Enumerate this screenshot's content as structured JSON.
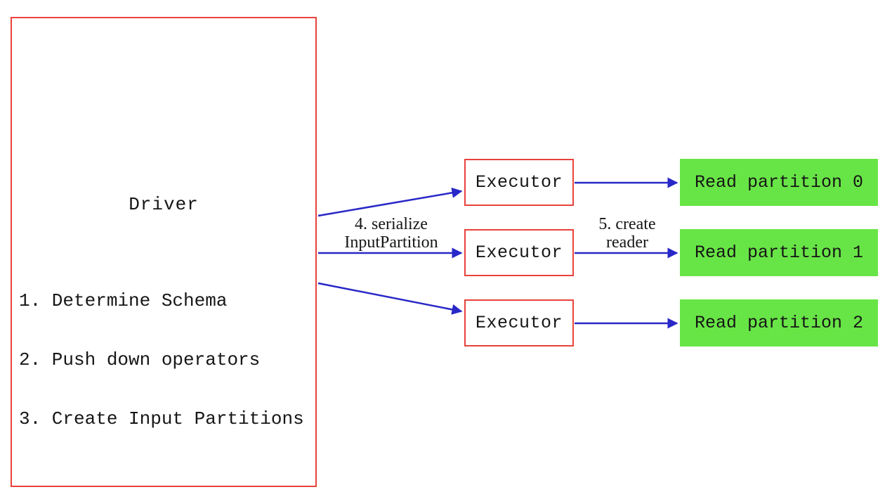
{
  "colors": {
    "box_border": "#e8423c",
    "arrow": "#2828c8",
    "partition_fill": "#68e546",
    "text": "#161616"
  },
  "driver": {
    "title": "Driver",
    "steps": [
      "1. Determine Schema",
      "2. Push down operators",
      "3. Create Input Partitions"
    ]
  },
  "executors": [
    {
      "label": "Executor"
    },
    {
      "label": "Executor"
    },
    {
      "label": "Executor"
    }
  ],
  "partitions": [
    {
      "label": "Read partition 0"
    },
    {
      "label": "Read partition 1"
    },
    {
      "label": "Read partition 2"
    }
  ],
  "arrow_labels": {
    "serialize": {
      "line1": "4. serialize",
      "line2": "InputPartition"
    },
    "create_reader": {
      "line1": "5. create",
      "line2": "reader"
    }
  }
}
